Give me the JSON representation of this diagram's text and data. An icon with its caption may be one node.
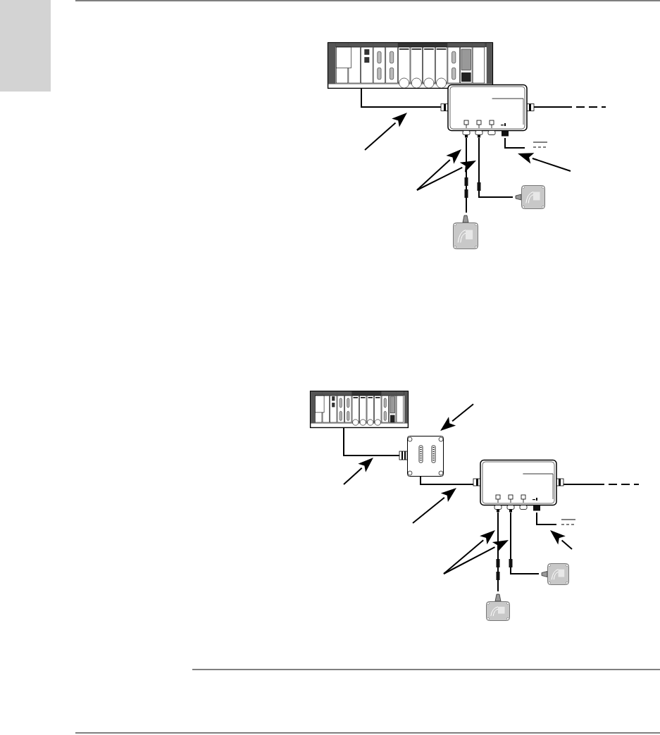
{
  "diagram": {
    "nodes": [
      {
        "text": [],
        "shape": "picture"
      },
      {
        "text": [],
        "shape": "picture"
      },
      {
        "text": [],
        "shape": "picture"
      },
      {
        "text": [],
        "shape": "picture"
      },
      {
        "text": [],
        "shape": "picture"
      },
      {
        "text": [],
        "shape": "picture"
      },
      {
        "text": [],
        "shape": "picture"
      },
      {
        "text": [],
        "shape": "picture"
      },
      {
        "text": [],
        "shape": "picture"
      }
    ],
    "edges": [
      {
        "from": 0,
        "to": 1,
        "arrow": "none"
      },
      {
        "from": 1,
        "to": 2,
        "arrow": "none"
      },
      {
        "from": 1,
        "to": 3,
        "arrow": "none"
      },
      {
        "from": 1,
        "to": null,
        "arrow": "none",
        "style": "dashed"
      },
      {
        "from": 1,
        "to": null,
        "arrow": "none"
      },
      {
        "from": 4,
        "to": 5,
        "arrow": "none"
      },
      {
        "from": 5,
        "to": 6,
        "arrow": "none"
      },
      {
        "from": 6,
        "to": 7,
        "arrow": "none"
      },
      {
        "from": 6,
        "to": 8,
        "arrow": "none"
      },
      {
        "from": 6,
        "to": null,
        "arrow": "none",
        "style": "dashed"
      },
      {
        "from": 6,
        "to": null,
        "arrow": "none"
      }
    ]
  }
}
